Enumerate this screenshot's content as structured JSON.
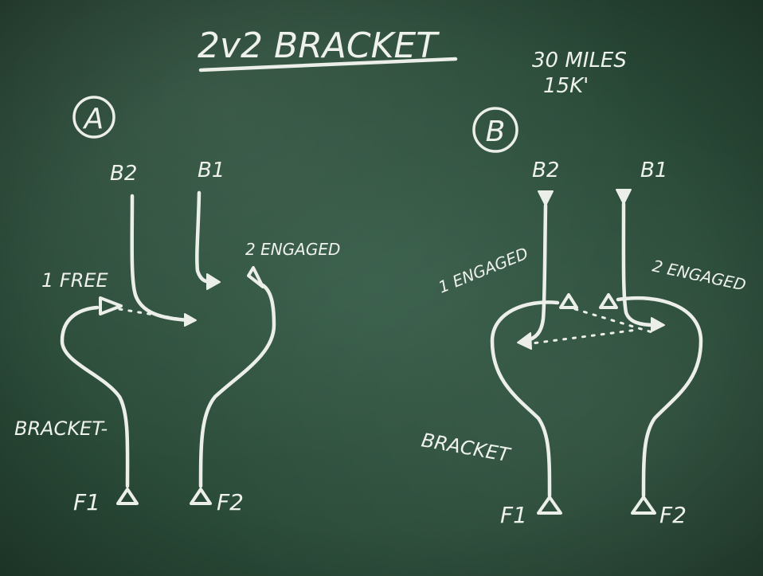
{
  "title": "2v2 BRACKET",
  "note": {
    "line1": "30 MILES",
    "line2": "15K'"
  },
  "diagram_a": {
    "marker": "A",
    "b2": "B2",
    "b1": "B1",
    "free_label": "1 FREE",
    "engaged_label": "2 ENGAGED",
    "bracket_label": "BRACKET-",
    "f1": "F1",
    "f2": "F2"
  },
  "diagram_b": {
    "marker": "B",
    "b2": "B2",
    "b1": "B1",
    "engaged1_label": "1 ENGAGED",
    "engaged2_label": "2 ENGAGED",
    "bracket_label": "BRACKET",
    "f1": "F1",
    "f2": "F2"
  }
}
